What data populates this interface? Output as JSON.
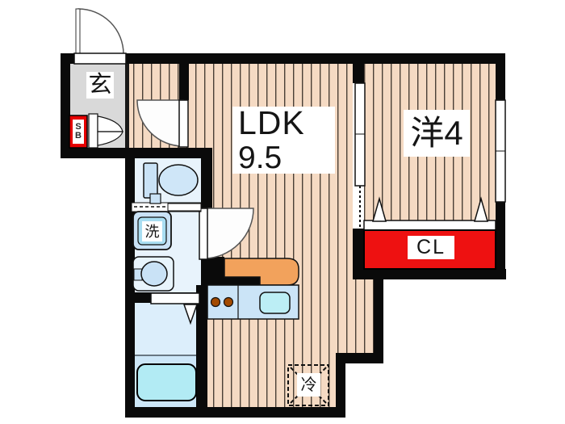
{
  "plan": {
    "type": "floor-plan",
    "rooms": {
      "ldk": {
        "name": "LDK",
        "size": "9.5"
      },
      "western_room": {
        "name": "洋4"
      },
      "entrance": {
        "name": "玄"
      },
      "closet": {
        "name": "CL"
      },
      "shoe_box": {
        "line1": "S",
        "line2": "B"
      },
      "washer_space": {
        "name": "洗"
      },
      "refrigerator_space": {
        "name": "冷"
      }
    },
    "colors": {
      "wall": "#0a0a0a",
      "wood_floor": "#f5dac3",
      "wood_stripe": "#4a3f36",
      "entrance_floor": "#d9d9d9",
      "water_room_floor": "#e8f3fc",
      "bath_floor": "#dceefb",
      "bath_floor_lower": "#cde7f8",
      "fixture_blue": "#c9e2f6",
      "washer_inner": "#a9def2",
      "bathtub": "#b2ebf4",
      "kitchen_unit": "#cbe4f7",
      "kitchen_sink": "#bceef5",
      "counter_orange": "#f2a25c",
      "burner_brown": "#a34a00",
      "closet_red": "#ee1111",
      "shoebox_red": "#e60000"
    }
  }
}
